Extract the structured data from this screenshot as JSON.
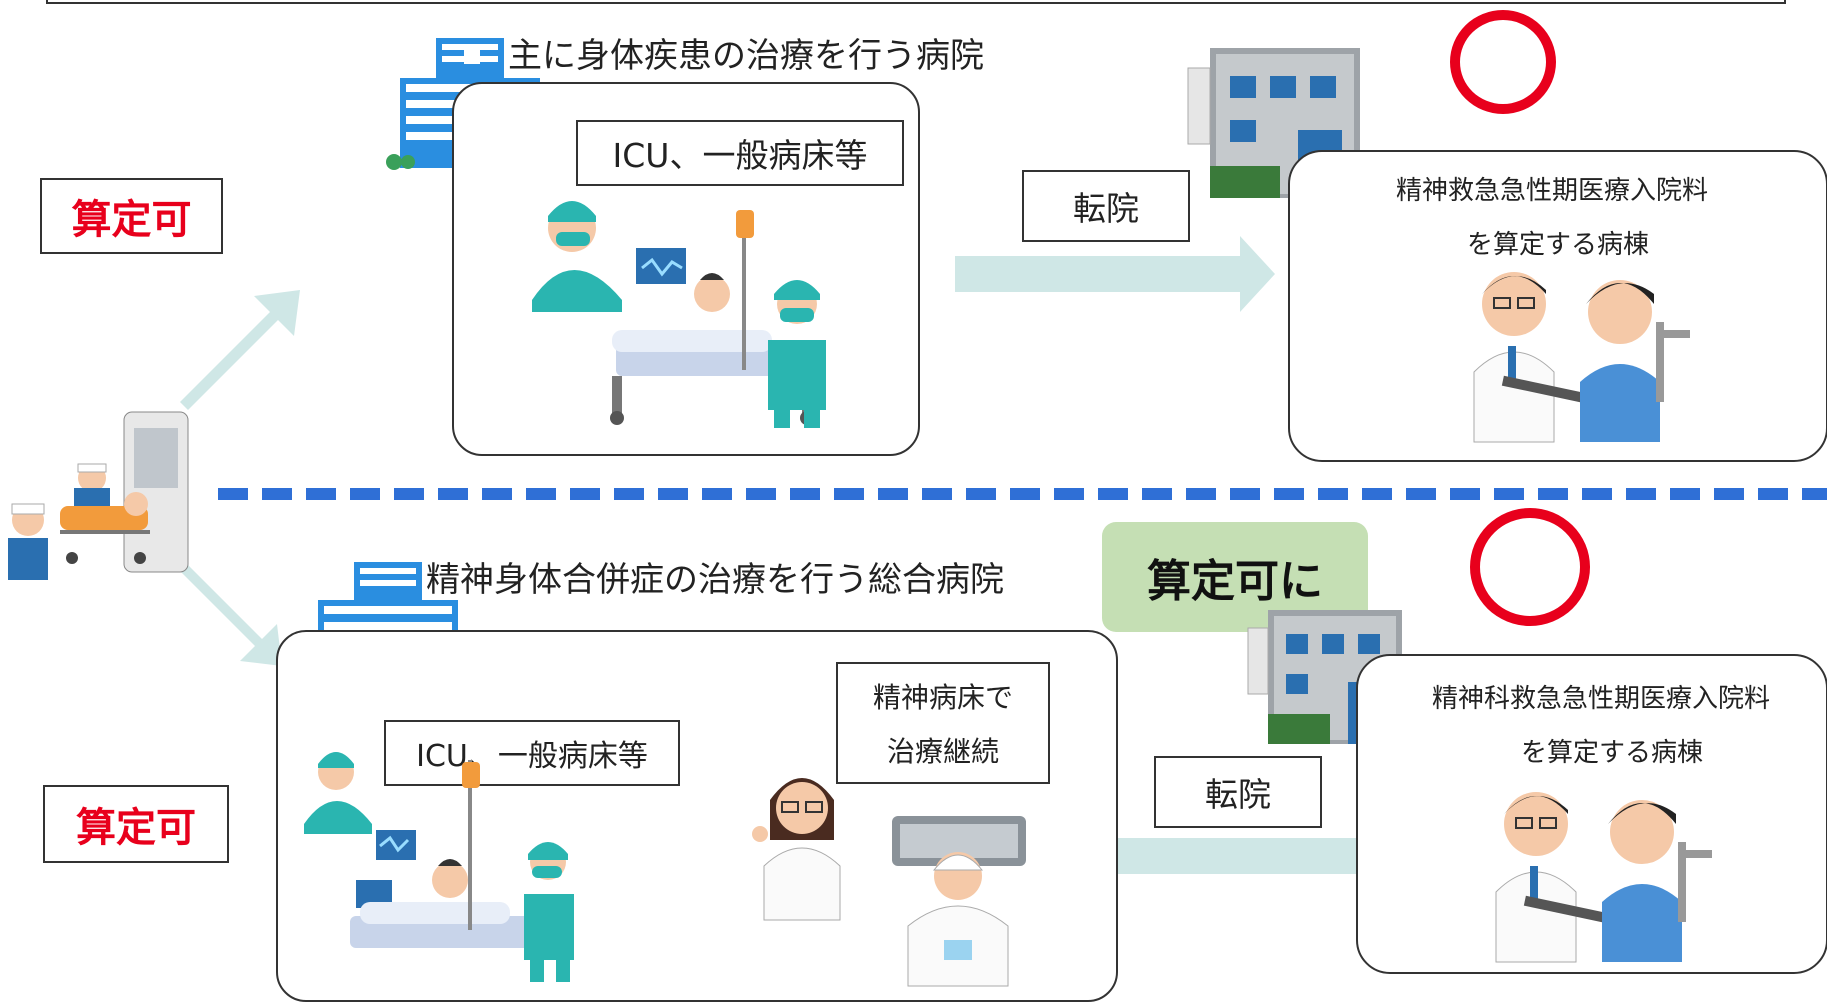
{
  "colors": {
    "arrow": "#cfe7e6",
    "accent_red": "#e8001c",
    "divider_blue": "#2f6fd6",
    "badge_green": "#c5dfb4"
  },
  "top": {
    "hospital_title": "主に身体疾患の治療を行う病院",
    "ward_label": "ICU、一般病床等",
    "status_label": "算定可",
    "transfer_label": "転院",
    "dest_line1": "精神救急急性期医療入院料",
    "dest_line2": "を算定する病棟"
  },
  "bottom": {
    "hospital_title": "精神身体合併症の治療を行う総合病院",
    "ward_label": "ICU、一般病床等",
    "psych_line1": "精神病床で",
    "psych_line2": "治療継続",
    "status_label": "算定可",
    "badge_label": "算定可に",
    "transfer_label": "転院",
    "dest_line1": "精神科救急急性期医療入院料",
    "dest_line2": "を算定する病棟"
  },
  "icons": [
    "hospital-icon",
    "clinic-building-icon",
    "ambulance-stretcher-icon",
    "doctor-patient-icon",
    "icu-bed-icon",
    "nurse-icon",
    "circle-ok-icon"
  ]
}
